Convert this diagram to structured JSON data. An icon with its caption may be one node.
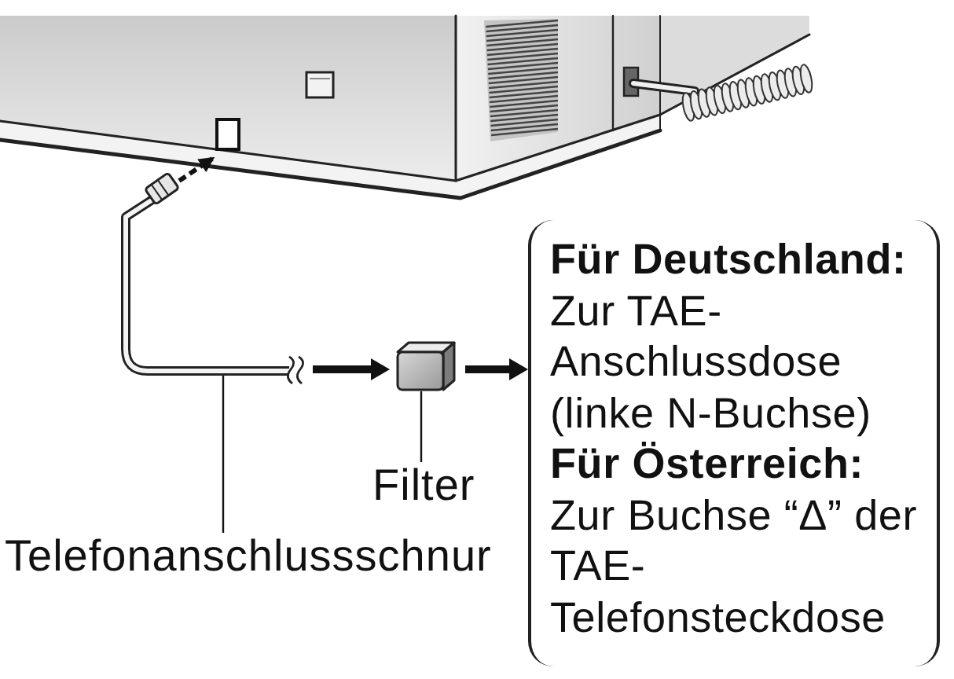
{
  "diagram": {
    "nodes": [
      {
        "text": [],
        "shape": "picture"
      },
      {
        "text": [],
        "shape": "picture"
      },
      {
        "text": [],
        "shape": "box"
      },
      {
        "text": [
          "Für Deutschland:",
          "Zur TAE-Anschlussdose (linke N-Buchse)",
          "Für Österreich:",
          "Zur Buchse “Δ” der TAE-Telefonsteckdose"
        ]
      },
      {
        "text": [
          "Filter"
        ]
      },
      {
        "text": [
          "Telefonanschlussschnur"
        ]
      }
    ],
    "edges": [
      {
        "from": 1,
        "to": 0,
        "arrow": "to",
        "style": "dashed"
      },
      {
        "from": 1,
        "to": 2,
        "arrow": "to"
      },
      {
        "from": 2,
        "to": 3,
        "arrow": "to"
      },
      {
        "from": 4,
        "to": 2,
        "arrow": "none"
      },
      {
        "from": 5,
        "to": 1,
        "arrow": "none"
      }
    ]
  }
}
